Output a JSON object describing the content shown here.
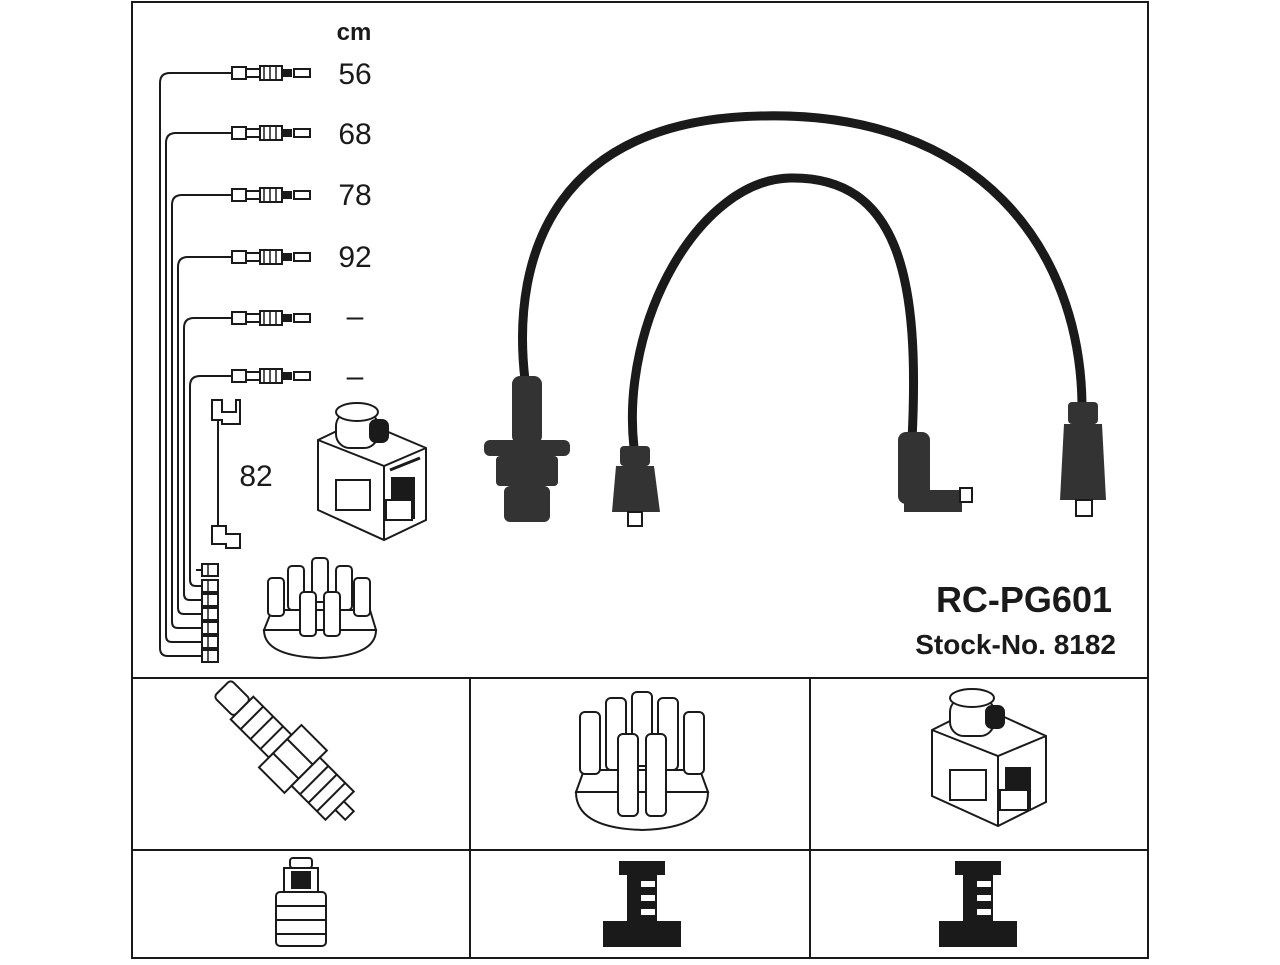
{
  "diagram": {
    "unit": "cm",
    "cable_lengths": [
      "56",
      "68",
      "78",
      "92",
      "–",
      "–"
    ],
    "coil_lead_length": "82",
    "part_number": "RC-PG601",
    "stock_label": "Stock-No. 8182"
  },
  "colors": {
    "line": "#1a1a1a",
    "background": "#ffffff",
    "fill_dark": "#333333"
  },
  "icons": [
    "spark-plug-icon",
    "distributor-cap-icon",
    "ignition-coil-icon",
    "plug-connector-icon",
    "cap-connector-icon",
    "coil-connector-icon"
  ]
}
